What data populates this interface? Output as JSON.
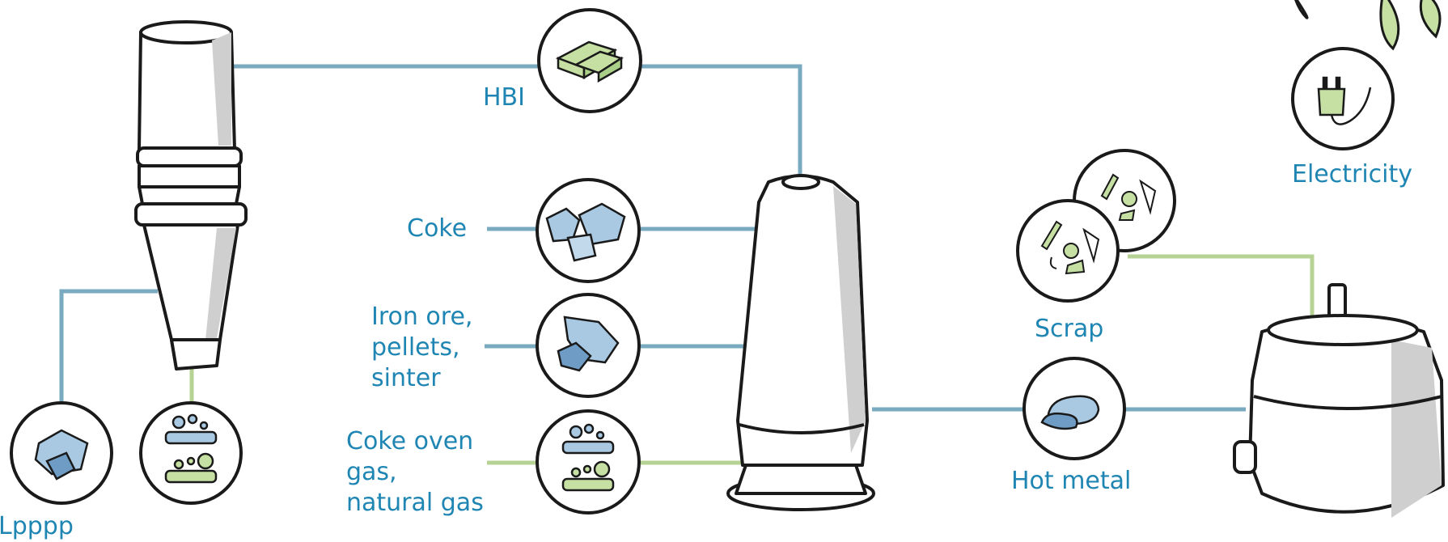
{
  "colors": {
    "blue_line": "#7aaabf",
    "green_line": "#b6d395",
    "label_blue": "#1f86b3",
    "ore_blue": "#a9c9e2",
    "ore_blue_dark": "#6e9cc4",
    "pellet_green": "#c6e0a4",
    "outline": "#1a1a1a",
    "shade": "#cfcfcf"
  },
  "icons": {
    "hbi": "hbi-briquette-icon",
    "coke": "coke-lumps-icon",
    "ore": "iron-ore-icon",
    "gas": "gas-bubbles-icon",
    "scrap": "scrap-metal-icon",
    "hot_metal": "hot-metal-icon",
    "electricity": "electric-plug-icon",
    "foliage": "leaves-icon"
  },
  "labels": {
    "hbi": "HBI",
    "coke": "Coke",
    "iron_ore": [
      "Iron ore,",
      "pellets,",
      "sinter"
    ],
    "gas": [
      "Coke oven",
      "gas,",
      "natural gas"
    ],
    "scrap": "Scrap",
    "hot_metal": "Hot metal",
    "electricity": "Electricity",
    "cropped_left": "Lpppp"
  }
}
